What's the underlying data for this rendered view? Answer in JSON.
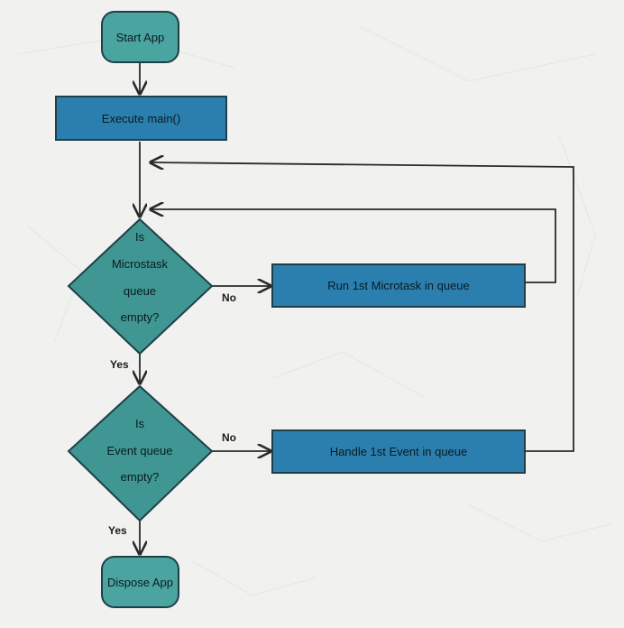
{
  "colors": {
    "background": "#f1f1f0",
    "terminal_fill": "#4aa4a0",
    "process_fill": "#2b7faf",
    "decision_fill": "#3f9692",
    "stroke": "#1f3f48",
    "arrow": "#2a2a2a"
  },
  "nodes": {
    "start": {
      "label": "Start App",
      "shape": "rounded-rectangle"
    },
    "execute_main": {
      "label": "Execute main()",
      "shape": "rectangle"
    },
    "microtask_decision": {
      "lines": [
        "Is",
        "Microstask",
        "queue",
        "empty?"
      ],
      "shape": "diamond"
    },
    "run_microtask": {
      "label": "Run 1st Microtask in queue",
      "shape": "rectangle"
    },
    "event_decision": {
      "lines": [
        "Is",
        "Event queue",
        "empty?"
      ],
      "shape": "diamond"
    },
    "handle_event": {
      "label": "Handle 1st Event in queue",
      "shape": "rectangle"
    },
    "dispose": {
      "label": "Dispose App",
      "shape": "rounded-rectangle"
    }
  },
  "edges": {
    "microtask_no": "No",
    "microtask_yes": "Yes",
    "event_no": "No",
    "event_yes": "Yes"
  }
}
